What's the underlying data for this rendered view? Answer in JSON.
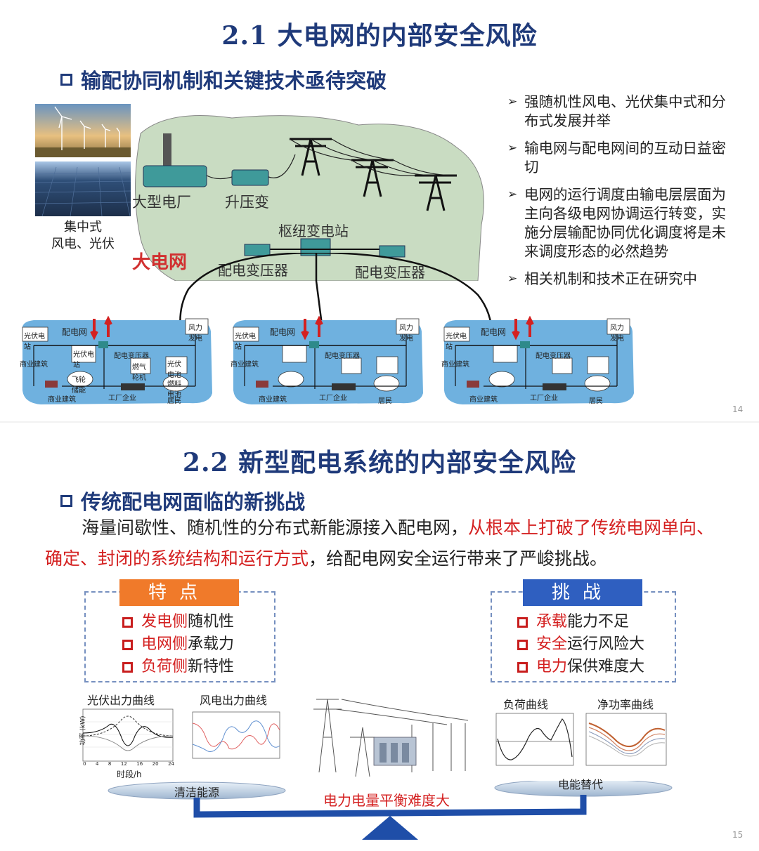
{
  "slide1": {
    "title": "2.1 大电网的内部安全风险",
    "subhead": "输配协同机制和关键技术亟待突破",
    "photo_caption_line1": "集中式",
    "photo_caption_line2": "风电、光伏",
    "map_labels": {
      "big_plant": "大型电厂",
      "step_up": "升压变",
      "hub_station": "枢纽变电站",
      "big_grid": "大电网",
      "dist_transformer_left": "配电变压器",
      "dist_transformer_right": "配电变压器"
    },
    "bullets": [
      "强随机性风电、光伏集中式和分布式发展并举",
      "输电网与配电网间的互动日益密切",
      "电网的运行调度由输电层层面为主向各级电网协调运行转变，实施分层输配协同优化调度将是未来调度形态的必然趋势",
      "相关机制和技术正在研究中"
    ],
    "microgrid_labels": {
      "grid": "配电网",
      "wind": "风力发电",
      "pv_station": "光伏电站",
      "commercial": "商业建筑",
      "dist_transformer": "配电变压器",
      "gas_turbine": "燃气轮机",
      "pv_cell": "光伏电池",
      "flywheel": "飞轮储能",
      "fuel_cell": "燃料电池",
      "factory": "工厂企业",
      "residents": "居民"
    },
    "page_number": "14"
  },
  "slide2": {
    "title": "2.2 新型配电系统的内部安全风险",
    "subhead": "传统配电网面临的新挑战",
    "para_black1": "海量间歇性、随机性的分布式新能源接入配电网，",
    "para_red": "从根本上打破了传统电网单向、确定、封闭的系统结构和运行方式",
    "para_black2": "，给配电网安全运行带来了严峻挑战。",
    "features": {
      "header": "特点",
      "items": [
        {
          "red": "发电侧",
          "black": "随机性"
        },
        {
          "red": "电网侧",
          "black": "承载力"
        },
        {
          "red": "负荷侧",
          "black": "新特性"
        }
      ]
    },
    "challenges": {
      "header": "挑战",
      "items": [
        {
          "red": "承载",
          "black": "能力不足"
        },
        {
          "red": "安全",
          "black": "运行风险大"
        },
        {
          "red": "电力",
          "black": "保供难度大"
        }
      ]
    },
    "chart_titles": {
      "pv": "光伏出力曲线",
      "wind": "风电出力曲线",
      "load": "负荷曲线",
      "net": "净功率曲线"
    },
    "pv_axis_x": "时段/h",
    "pv_axis_y": "功率 (kW)",
    "pv_xticks": [
      "0",
      "4",
      "8",
      "12",
      "16",
      "20",
      "24"
    ],
    "balance_left": "清洁能源",
    "balance_center": "电力电量平衡难度大",
    "balance_right": "电能替代",
    "page_number": "15"
  },
  "colors": {
    "title_blue": "#1f3a7a",
    "accent_red": "#d42020",
    "orange": "#f07a2a",
    "blue_header": "#2f5fc0",
    "map_green": "#c8dcc0",
    "microgrid_blue": "#6fb1df"
  }
}
